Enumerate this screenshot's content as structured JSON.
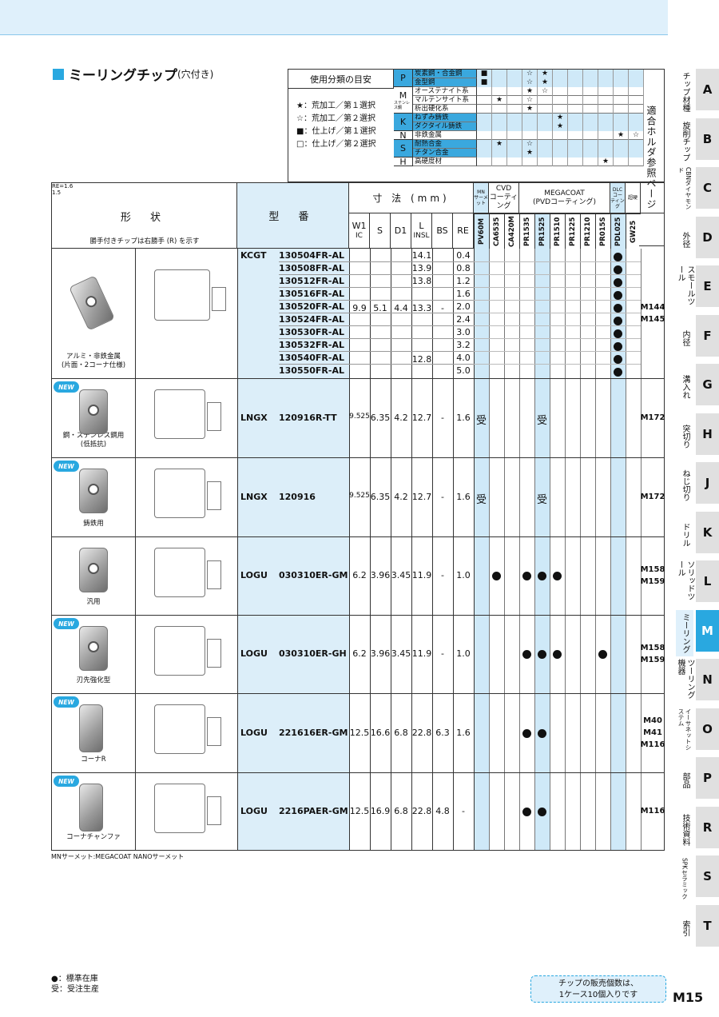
{
  "title": {
    "main": "ミーリングチップ",
    "sub": "(穴付き)"
  },
  "application": {
    "header": "使用分類の目安",
    "legend": [
      "★：荒加工／第１選択",
      "☆：荒加工／第２選択",
      "■：仕上げ／第１選択",
      "□：仕上げ／第２選択"
    ],
    "groups": [
      {
        "code": "P",
        "materials": [
          {
            "name": "炭素鋼・合金鋼",
            "marks": [
              "■",
              "",
              "",
              "☆",
              "★",
              "",
              "",
              "",
              "",
              "",
              ""
            ]
          },
          {
            "name": "金型鋼",
            "marks": [
              "■",
              "",
              "",
              "☆",
              "★",
              "",
              "",
              "",
              "",
              "",
              ""
            ]
          }
        ]
      },
      {
        "code": "M",
        "sub": "ステンレス鋼",
        "materials": [
          {
            "name": "オーステナイト系",
            "marks": [
              "",
              "",
              "",
              "★",
              "☆",
              "",
              "",
              "",
              "",
              "",
              ""
            ]
          },
          {
            "name": "マルテンサイト系",
            "marks": [
              "",
              "★",
              "",
              "☆",
              "",
              "",
              "",
              "",
              "",
              "",
              ""
            ]
          },
          {
            "name": "析出硬化系",
            "marks": [
              "",
              "",
              "",
              "★",
              "",
              "",
              "",
              "",
              "",
              "",
              ""
            ]
          }
        ]
      },
      {
        "code": "K",
        "materials": [
          {
            "name": "ねずみ鋳鉄",
            "marks": [
              "",
              "",
              "",
              "",
              "",
              "★",
              "",
              "",
              "",
              "",
              ""
            ]
          },
          {
            "name": "ダクタイル鋳鉄",
            "marks": [
              "",
              "",
              "",
              "",
              "",
              "★",
              "",
              "",
              "",
              "",
              ""
            ]
          }
        ]
      },
      {
        "code": "N",
        "materials": [
          {
            "name": "非鉄金属",
            "marks": [
              "",
              "",
              "",
              "",
              "",
              "",
              "",
              "",
              "",
              "★",
              "☆"
            ]
          }
        ]
      },
      {
        "code": "S",
        "materials": [
          {
            "name": "耐熱合金",
            "marks": [
              "",
              "★",
              "",
              "☆",
              "",
              "",
              "",
              "",
              "",
              "",
              ""
            ]
          },
          {
            "name": "チタン合金",
            "marks": [
              "",
              "",
              "",
              "★",
              "",
              "",
              "",
              "",
              "",
              "",
              ""
            ]
          }
        ]
      },
      {
        "code": "H",
        "materials": [
          {
            "name": "高硬度材",
            "marks": [
              "",
              "",
              "",
              "",
              "",
              "",
              "",
              "",
              "★",
              "",
              ""
            ]
          }
        ]
      }
    ]
  },
  "holder_ref_header": "適合ホルダ参照ページ",
  "table": {
    "shape_header": "形 状",
    "shape_note": "勝手付きチップは右勝手 (R) を示す",
    "model_header": "型 番",
    "dim_header": "寸 法 (mm)",
    "dim_cols": [
      "W1\nIC",
      "S",
      "D1",
      "L\nINSL",
      "BS",
      "RE"
    ],
    "grade_groups": [
      {
        "label": "MN\nサーメット",
        "span": 1
      },
      {
        "label": "CVD\nコーティング",
        "span": 2
      },
      {
        "label": "MEGACOAT\n(PVDコーティング)",
        "span": 6
      },
      {
        "label": "DLC\nコーティング",
        "span": 1
      },
      {
        "label": "超硬",
        "span": 1
      }
    ],
    "grades": [
      "PV60M",
      "CA6535",
      "CA420M",
      "PR1535",
      "PR1525",
      "PR1510",
      "PR1225",
      "PR1210",
      "PR015S",
      "PDL025",
      "GW25"
    ],
    "rows": [
      {
        "new": false,
        "label": [
          "アルミ・非鉄金属",
          "(片面・2コーナ仕様)"
        ],
        "prefix": "KCGT",
        "models": [
          "130504FR-AL",
          "130508FR-AL",
          "130512FR-AL",
          "130516FR-AL",
          "130520FR-AL",
          "130524FR-AL",
          "130530FR-AL",
          "130532FR-AL",
          "130540FR-AL",
          "130550FR-AL"
        ],
        "w1": "9.9",
        "s": "5.1",
        "d1": "4.4",
        "l": [
          "14.1",
          "13.9",
          "13.8",
          "13.3",
          "12.8"
        ],
        "bs": "-",
        "re": [
          "0.4",
          "0.8",
          "1.2",
          "1.6",
          "2.0",
          "2.4",
          "3.0",
          "3.2",
          "4.0",
          "5.0"
        ],
        "ref": [
          "M144",
          "M145"
        ]
      },
      {
        "new": true,
        "new_label": "NEW",
        "label": [
          "鋼・ステンレス鋼用",
          "(低抵抗)"
        ],
        "prefix": "LNGX",
        "model": "120916R-TT",
        "dims": [
          "9.525",
          "6.35",
          "4.2",
          "12.7",
          "-",
          "1.6"
        ],
        "stock": {
          "0": "受",
          "4": "受"
        },
        "ref": [
          "M172"
        ]
      },
      {
        "new": true,
        "new_label": "NEW",
        "label": [
          "鋳鉄用"
        ],
        "prefix": "LNGX",
        "model": "120916",
        "dims": [
          "9.525",
          "6.35",
          "4.2",
          "12.7",
          "-",
          "1.6"
        ],
        "stock": {
          "0": "受",
          "4": "受"
        },
        "ref": [
          "M172"
        ]
      },
      {
        "new": false,
        "label": [
          "汎用"
        ],
        "prefix": "LOGU",
        "model": "030310ER-GM",
        "dims": [
          "6.2",
          "3.96",
          "3.45",
          "11.9",
          "-",
          "1.0"
        ],
        "stock": {
          "1": "●",
          "3": "●",
          "4": "●",
          "5": "●"
        },
        "ref": [
          "M158",
          "M159"
        ]
      },
      {
        "new": true,
        "new_label": "NEW",
        "label": [
          "刃先強化型"
        ],
        "prefix": "LOGU",
        "model": "030310ER-GH",
        "dims": [
          "6.2",
          "3.96",
          "3.45",
          "11.9",
          "-",
          "1.0"
        ],
        "stock": {
          "3": "●",
          "4": "●",
          "5": "●",
          "8": "●"
        },
        "ref": [
          "M158",
          "M159"
        ]
      },
      {
        "new": true,
        "new_label": "NEW",
        "label": [
          "コーナR"
        ],
        "prefix": "LOGU",
        "model": "221616ER-GM",
        "dims": [
          "12.5",
          "16.6",
          "6.8",
          "22.8",
          "6.3",
          "1.6"
        ],
        "stock": {
          "3": "●",
          "4": "●"
        },
        "ref": [
          "M40",
          "M41",
          "M116"
        ],
        "drawing_note": "RE=1.6"
      },
      {
        "new": true,
        "new_label": "NEW",
        "label": [
          "コーナチャンファ"
        ],
        "prefix": "LOGU",
        "model": "2216PAER-GM",
        "dims": [
          "12.5",
          "16.9",
          "6.8",
          "22.8",
          "4.8",
          "-"
        ],
        "stock": {
          "3": "●",
          "4": "●"
        },
        "ref": [
          "M116"
        ],
        "drawing_note": "1.5"
      }
    ]
  },
  "footnote": "MNサーメット:MEGACOAT NANOサーメット",
  "legend_bottom": [
    "●：標準在庫",
    "受：受注生産"
  ],
  "pack_note": [
    "チップの販売個数は、",
    "1ケース10個入りです"
  ],
  "page_number": "M15",
  "side_tabs": [
    {
      "letter": "A",
      "label": "チップ材種"
    },
    {
      "letter": "B",
      "label": "旋削チップ"
    },
    {
      "letter": "C",
      "label": "CBNダイヤモンド"
    },
    {
      "letter": "D",
      "label": "外径"
    },
    {
      "letter": "E",
      "label": "スモールツール"
    },
    {
      "letter": "F",
      "label": "内径"
    },
    {
      "letter": "G",
      "label": "溝入れ"
    },
    {
      "letter": "H",
      "label": "突切り"
    },
    {
      "letter": "J",
      "label": "ねじ切り"
    },
    {
      "letter": "K",
      "label": "ドリル"
    },
    {
      "letter": "L",
      "label": "ソリッドツール"
    },
    {
      "letter": "M",
      "label": "ミーリング",
      "active": true
    },
    {
      "letter": "N",
      "label": "ツーリング機器"
    },
    {
      "letter": "O",
      "label": "イーサネットシステム"
    },
    {
      "letter": "P",
      "label": "部品"
    },
    {
      "letter": "R",
      "label": "技術資料"
    },
    {
      "letter": "S",
      "label": "SPKセラミック"
    },
    {
      "letter": "T",
      "label": "索引"
    }
  ],
  "colors": {
    "accent": "#29a8e0",
    "light": "#dff0fb",
    "col": "#cfe9f8"
  }
}
